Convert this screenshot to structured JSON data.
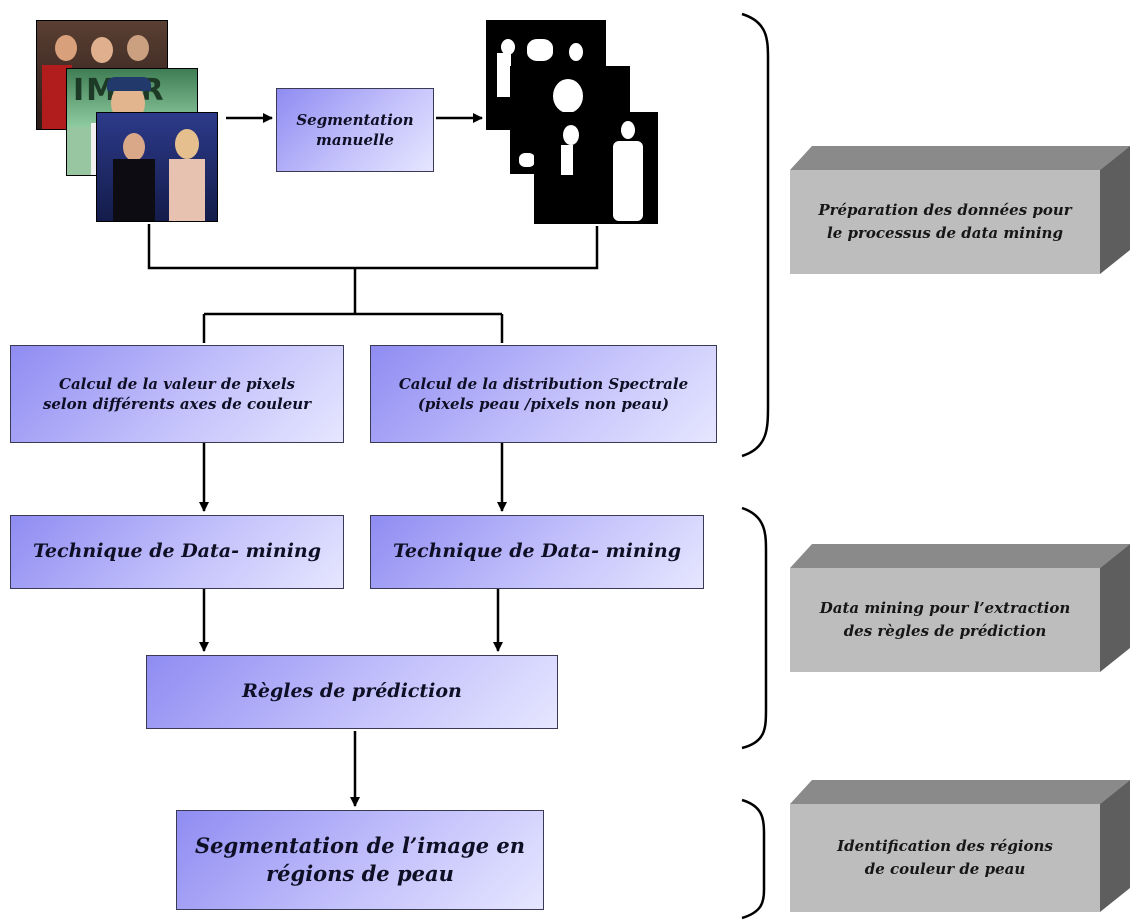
{
  "process": {
    "segmentation_manuelle": "Segmentation\nmanuelle",
    "calcul_valeur_pixels": "Calcul de la valeur de pixels\nselon différents axes de couleur",
    "calcul_distribution": "Calcul de la distribution Spectrale\n(pixels peau /pixels non peau)",
    "technique_left": "Technique de Data- mining",
    "technique_right": "Technique de Data- mining",
    "regles": "Règles de prédiction",
    "segmentation_image": "Segmentation de l’image en\nrégions de peau"
  },
  "phases": [
    {
      "label": "Préparation des données pour\nle processus de data mining"
    },
    {
      "label": "Data mining pour l’extraction\ndes règles de prédiction"
    },
    {
      "label": "Identification des régions\nde couleur de peau"
    }
  ],
  "photo_frames": {
    "frame1_text": "",
    "frame2_text": "IMER"
  },
  "colors": {
    "box_gradient_start": "#8f8cf2",
    "box_gradient_end": "#e6e6ff",
    "cube_front": "#bdbdbd",
    "cube_top": "#8a8a8a",
    "cube_side": "#5e5e5e"
  }
}
